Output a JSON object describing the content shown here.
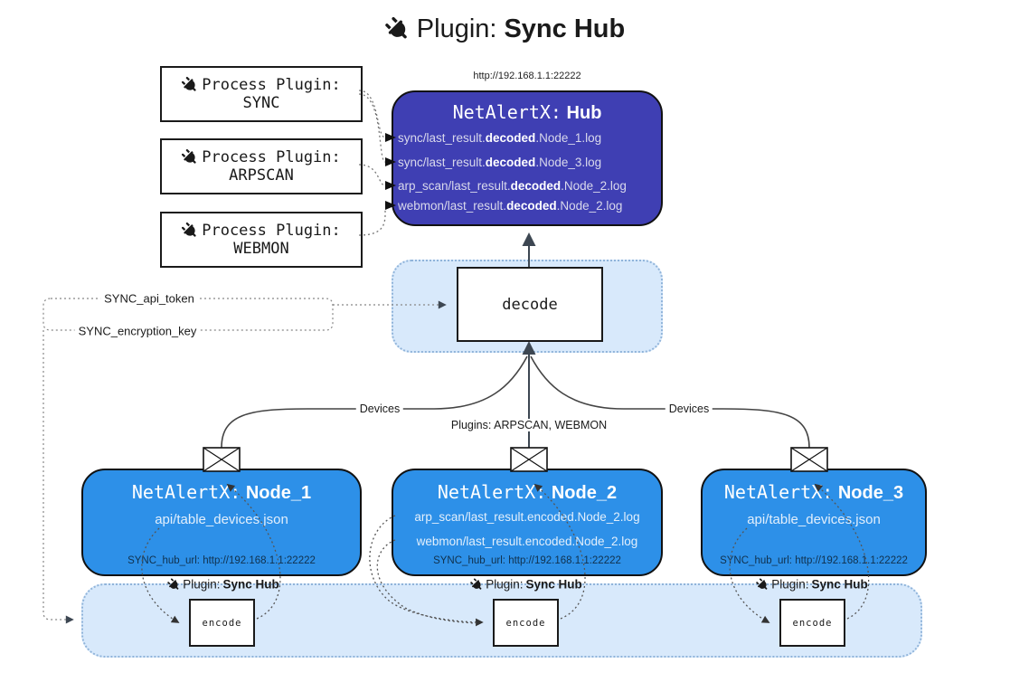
{
  "title": {
    "prefix": "Plugin:",
    "name": "Sync Hub"
  },
  "hub": {
    "url": "http://192.168.1.1:22222",
    "prefix": "NetAlertX:",
    "name": "Hub",
    "lines": [
      {
        "pre": "sync/last_result.",
        "bold": "decoded",
        "post": ".Node_1.log"
      },
      {
        "pre": "sync/last_result.",
        "bold": "decoded",
        "post": ".Node_3.log"
      },
      {
        "pre": "arp_scan/last_result.",
        "bold": "decoded",
        "post": ".Node_2.log"
      },
      {
        "pre": "webmon/last_result.",
        "bold": "decoded",
        "post": ".Node_2.log"
      }
    ]
  },
  "process_plugins": [
    {
      "label": "Process Plugin:",
      "name": "SYNC"
    },
    {
      "label": "Process Plugin:",
      "name": "ARPSCAN"
    },
    {
      "label": "Process Plugin:",
      "name": "WEBMON"
    }
  ],
  "decode_label": "decode",
  "secrets": {
    "api_token": "SYNC_api_token",
    "encryption_key": "SYNC_encryption_key"
  },
  "edge_labels": {
    "devices_left": "Devices",
    "plugins_center": "Plugins: ARPSCAN, WEBMON",
    "devices_right": "Devices"
  },
  "nodes": [
    {
      "prefix": "NetAlertX:",
      "name": "Node_1",
      "lines": [
        "api/table_devices.json"
      ],
      "hub_url": "SYNC_hub_url: http://192.168.1.1:22222"
    },
    {
      "prefix": "NetAlertX:",
      "name": "Node_2",
      "lines": [
        "arp_scan/last_result.encoded.Node_2.log",
        "webmon/last_result.encoded.Node_2.log"
      ],
      "hub_url": "SYNC_hub_url: http://192.168.1.1:22222"
    },
    {
      "prefix": "NetAlertX:",
      "name": "Node_3",
      "lines": [
        "api/table_devices.json"
      ],
      "hub_url": "SYNC_hub_url: http://192.168.1.1:22222"
    }
  ],
  "encoders": [
    {
      "plugin_prefix": "Plugin:",
      "plugin_name": "Sync Hub",
      "label": "encode"
    },
    {
      "plugin_prefix": "Plugin:",
      "plugin_name": "Sync Hub",
      "label": "encode"
    },
    {
      "plugin_prefix": "Plugin:",
      "plugin_name": "Sync Hub",
      "label": "encode"
    }
  ],
  "colors": {
    "hub_fill": "#3f3fb3",
    "node_fill": "#2d90e8",
    "band_fill": "#d8e9fb",
    "band_border": "#90b4da"
  }
}
